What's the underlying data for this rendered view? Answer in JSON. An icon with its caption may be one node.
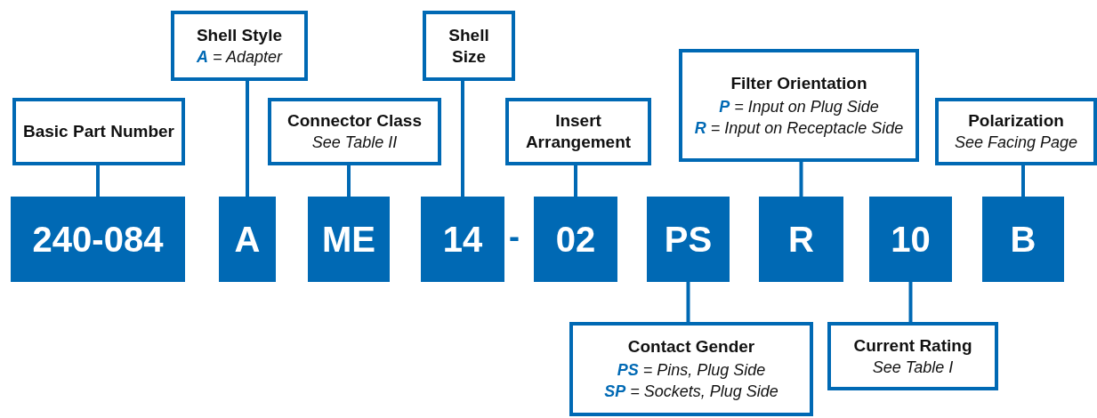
{
  "diagram": {
    "nodes": [
      {
        "text": [
          "Shell Style",
          "**A** = Adapter"
        ]
      },
      {
        "text": [
          "Shell Size"
        ]
      },
      {
        "text": [
          "Filter Orientation",
          "**P** = Input on Plug Side",
          "**R** = Input on Receptacle Side"
        ]
      },
      {
        "text": [
          "Basic Part Number"
        ]
      },
      {
        "text": [
          "Connector Class",
          "See Table II"
        ]
      },
      {
        "text": [
          "Insert Arrangement"
        ]
      },
      {
        "text": [
          "Polarization",
          "See Facing Page"
        ]
      },
      {
        "text": [
          "240-084"
        ]
      },
      {
        "text": [
          "A"
        ]
      },
      {
        "text": [
          "ME"
        ]
      },
      {
        "text": [
          "14"
        ]
      },
      {
        "text": [
          "02"
        ]
      },
      {
        "text": [
          "PS"
        ]
      },
      {
        "text": [
          "R"
        ]
      },
      {
        "text": [
          "10"
        ]
      },
      {
        "text": [
          "B"
        ]
      },
      {
        "text": [
          "Contact Gender",
          "**PS** = Pins, Plug Side",
          "**SP** = Sockets, Plug Side"
        ]
      },
      {
        "text": [
          "Current Rating",
          "See Table I"
        ]
      }
    ],
    "edges": [
      {
        "from": 3,
        "to": 7,
        "arrow": "none"
      },
      {
        "from": 0,
        "to": 8,
        "arrow": "none"
      },
      {
        "from": 4,
        "to": 9,
        "arrow": "none"
      },
      {
        "from": 1,
        "to": 10,
        "arrow": "none"
      },
      {
        "from": 5,
        "to": 11,
        "arrow": "none"
      },
      {
        "from": 16,
        "to": 12,
        "arrow": "none"
      },
      {
        "from": 2,
        "to": 13,
        "arrow": "none"
      },
      {
        "from": 17,
        "to": 14,
        "arrow": "none"
      },
      {
        "from": 6,
        "to": 15,
        "arrow": "none"
      }
    ],
    "labels": [
      "-"
    ]
  }
}
